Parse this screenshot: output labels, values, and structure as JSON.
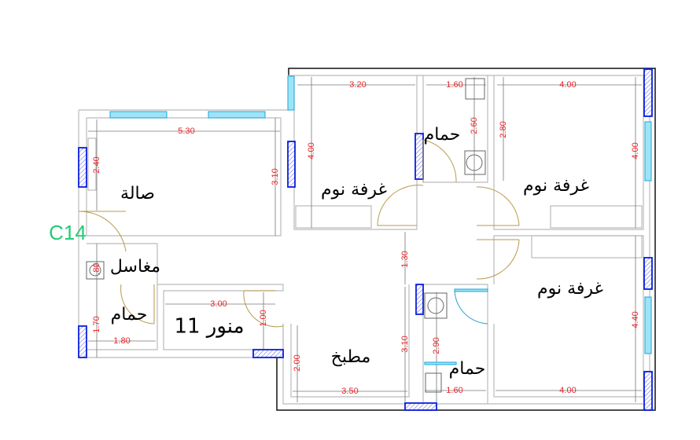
{
  "plan": {
    "tag": "C14",
    "rooms": {
      "living": "صالة",
      "bedroom_top_left": "غرفة نوم",
      "bath_top": "حمام",
      "bedroom_top_right": "غرفة نوم",
      "bedroom_bottom_right": "غرفة نوم",
      "washbasins": "مغاسل",
      "bath_left": "حمام",
      "lightwell": "منور 11",
      "kitchen": "مطبخ",
      "bath_bottom": "حمام"
    },
    "dimensions": {
      "bed1_width": "3.20",
      "bath_top_width": "1.60",
      "bed2_width": "4.00",
      "living_width": "5.30",
      "living_depth": "2.40",
      "living_side": "3.10",
      "bed1_depth": "4.00",
      "bath_top_depth": "2.60",
      "bath_top_side": "2.80",
      "bed2_depth": "4.00",
      "corridor": "1.30",
      "washbasin": ".80",
      "bath_left_depth": "1.70",
      "bath_left_width": "1.80",
      "lightwell_width": "3.00",
      "lightwell_depth": "1.00",
      "kitchen_depth": "2.00",
      "kitchen_width": "3.50",
      "kitchen_side": "3.10",
      "bath_bottom_depth": "2.90",
      "bath_bottom_width": "1.60",
      "bed3_width": "4.00",
      "bed3_depth": "4.40"
    }
  }
}
